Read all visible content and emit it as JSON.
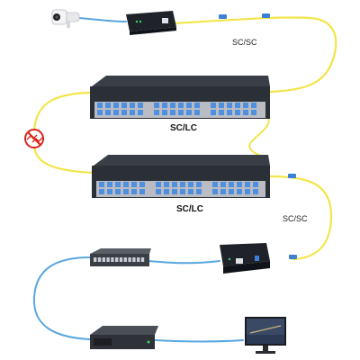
{
  "labels": {
    "top_cable": "SC/SC",
    "panel1": "SC/LC",
    "panel2": "SC/LC",
    "right_cable": "SC/SC"
  },
  "colors": {
    "single_mode_fiber": "#f2e54a",
    "multimode_fiber": "#5aa7e0",
    "connector": "#3b7fd6",
    "chassis": "#2b2f36",
    "panel_front": "#c9ccd1",
    "port": "#4f8fe0",
    "broken_link": "#d9261c"
  },
  "icons": {
    "camera": "cctv-camera-icon",
    "converter_top": "media-converter-icon",
    "broken": "broken-link-icon",
    "switch": "network-switch-icon",
    "converter_bottom": "media-converter-icon",
    "nvr": "nvr-recorder-icon",
    "monitor": "monitor-icon"
  }
}
